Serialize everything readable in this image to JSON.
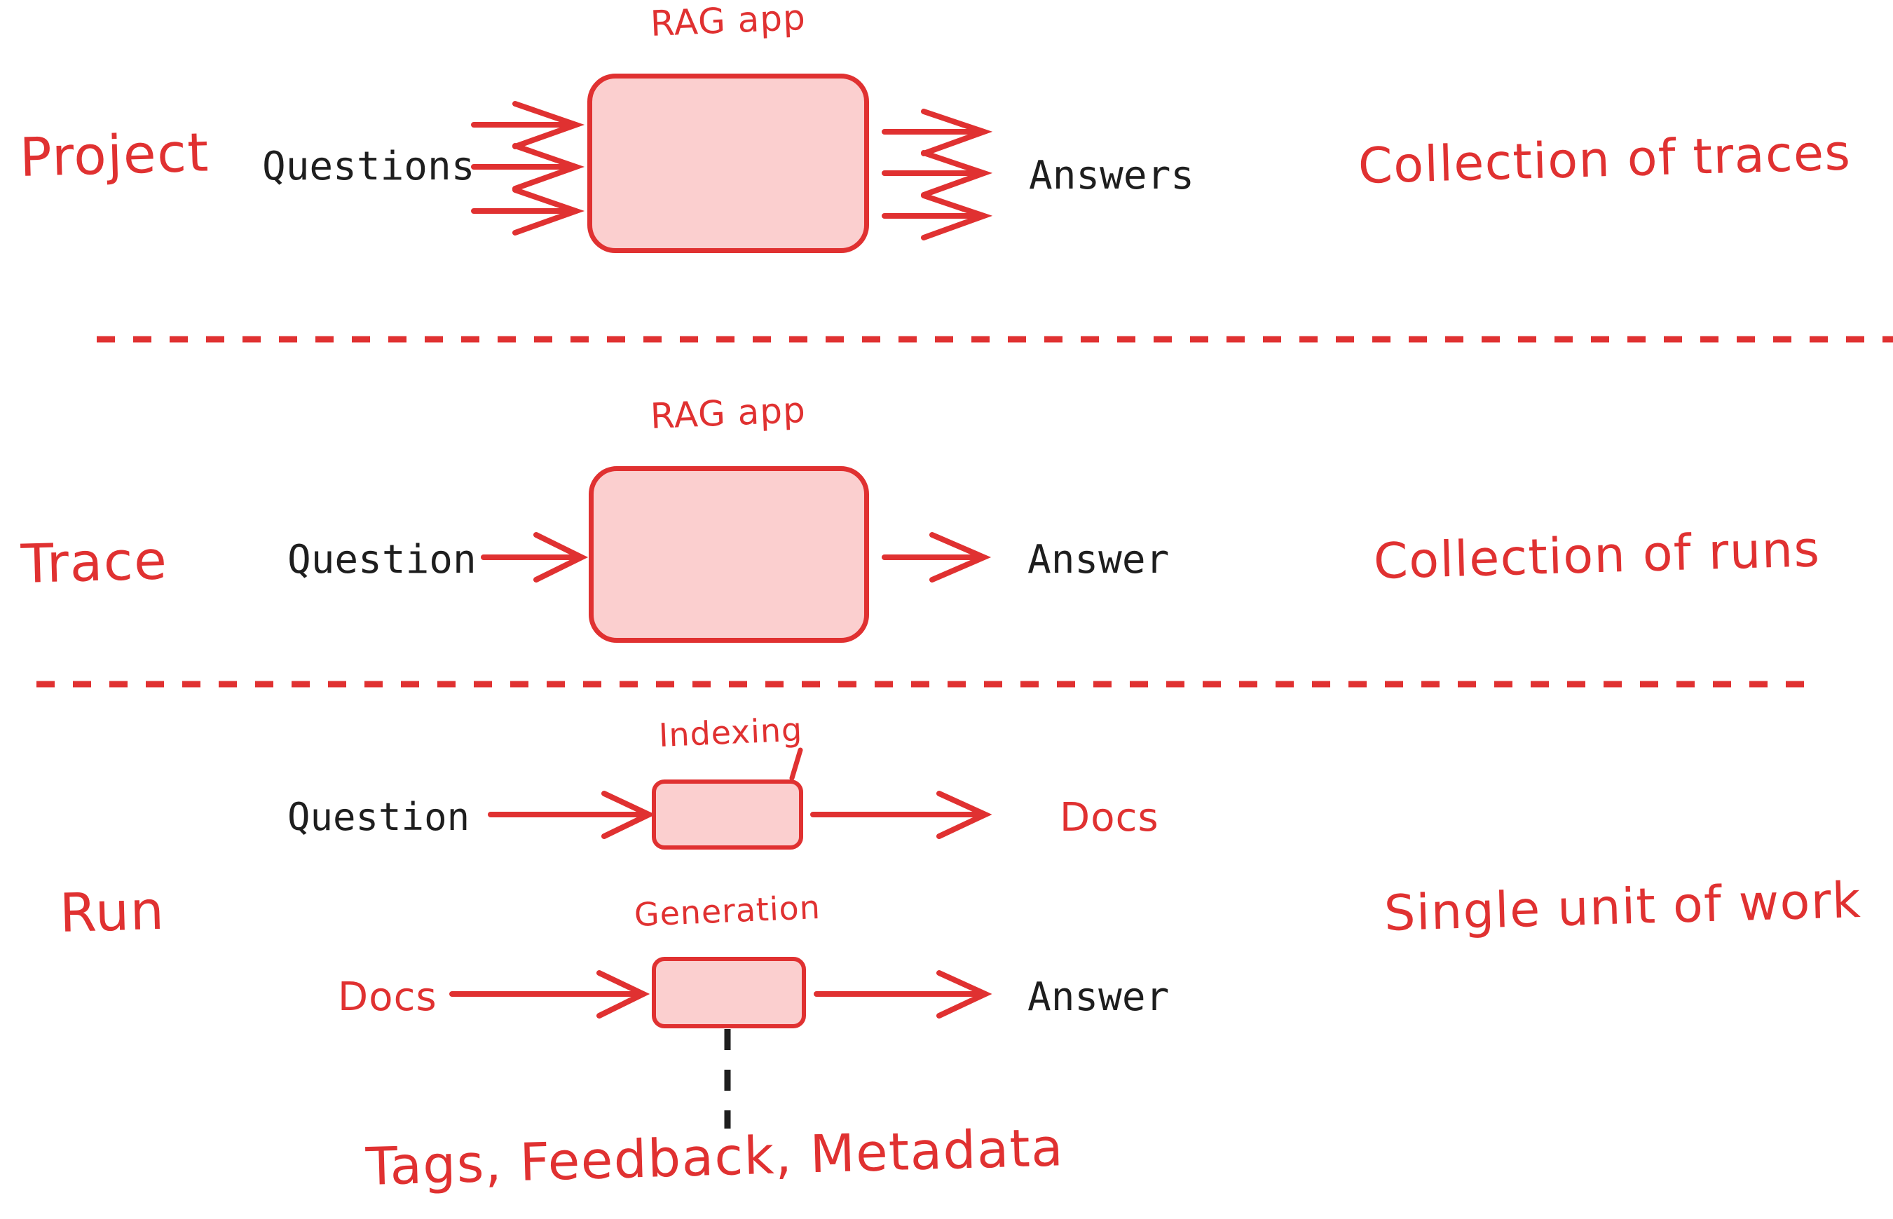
{
  "meta": {
    "title": "LangSmith tracing concepts diagram",
    "accent_red": "#E03131",
    "box_fill": "#FBCFCF",
    "text_black": "#1e1e1e"
  },
  "sections": [
    {
      "id": "project",
      "left_label": "Project",
      "right_label": "Collection of traces",
      "box_label": "RAG app",
      "input_label": "Questions",
      "output_label": "Answers",
      "input_arrow_count": 3,
      "output_arrow_count": 3
    },
    {
      "id": "trace",
      "left_label": "Trace",
      "right_label": "Collection of runs",
      "box_label": "RAG app",
      "input_label": "Question",
      "output_label": "Answer",
      "input_arrow_count": 1,
      "output_arrow_count": 1
    },
    {
      "id": "run",
      "left_label": "Run",
      "right_label": "Single unit of work",
      "rows": [
        {
          "box_label": "Indexing",
          "input_label": "Question",
          "input_style": "mono",
          "output_label": "Docs",
          "output_style": "hand"
        },
        {
          "box_label": "Generation",
          "input_label": "Docs",
          "input_style": "hand",
          "output_label": "Answer",
          "output_style": "mono"
        }
      ],
      "footnote": "Tags, Feedback, Metadata"
    }
  ],
  "dividers": [
    {
      "id": "divider-project-trace"
    },
    {
      "id": "divider-trace-run"
    }
  ]
}
